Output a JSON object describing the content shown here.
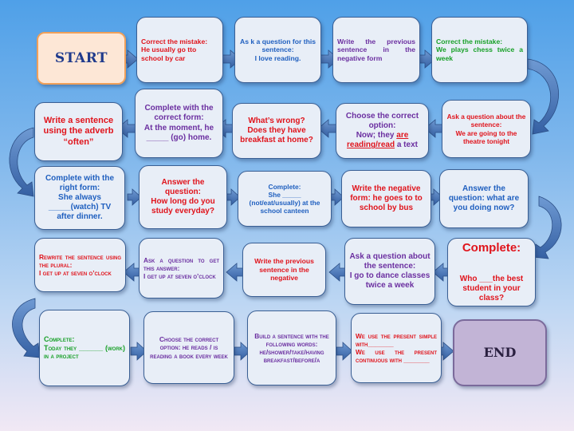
{
  "start_label": "START",
  "end_label": "END",
  "cards": [
    {
      "id": "c1",
      "text": "Correct the mistake:\nHe usually go tto school by car",
      "color": "red"
    },
    {
      "id": "c2",
      "text": "As k a question for this sentence:\nI love reading.",
      "color": "blue"
    },
    {
      "id": "c3",
      "text": "Write the previous sentence in the negative form",
      "color": "purple"
    },
    {
      "id": "c4",
      "text": "Correct the mistake:\nWe plays chess twice a week",
      "color": "green"
    },
    {
      "id": "c5",
      "text": "Ask a question about the sentence:\nWe are going to the theatre tonight",
      "color": "red"
    },
    {
      "id": "c6",
      "pre": "Choose the correct option:\nNow; they ",
      "under": "are reading/read",
      "post": " a text",
      "color": "purple"
    },
    {
      "id": "c7",
      "text": "What’s wrong?\nDoes they have breakfast at home?",
      "color": "red"
    },
    {
      "id": "c8",
      "text": "Complete with the correct form:\nAt the moment, he _____ (go) home.",
      "color": "purple"
    },
    {
      "id": "c9",
      "text": "Write a sentence using the adverb “often”",
      "color": "red"
    },
    {
      "id": "c10",
      "text": "Complete with the right form:\nShe always _____(watch) TV after dinner.",
      "color": "blue"
    },
    {
      "id": "c11",
      "text": "Answer the question:\nHow long do you study everyday?",
      "color": "red"
    },
    {
      "id": "c12",
      "text": "Complete:\nShe _____ (not/eat/usually) at the school canteen",
      "color": "blue"
    },
    {
      "id": "c13",
      "text": "Write the negative form: he goes to to school by bus",
      "color": "red"
    },
    {
      "id": "c14",
      "text": "Answer the question: what are you doing now?",
      "color": "blue"
    },
    {
      "id": "c15",
      "text": "Complete:",
      "text2": "Who ___the best student in your class?",
      "color": "red"
    },
    {
      "id": "c16",
      "text": "Ask a question about the sentence:\nI go to dance classes twice a week",
      "color": "purple"
    },
    {
      "id": "c17",
      "text": "Write the previous sentence in the negative",
      "color": "red"
    },
    {
      "id": "c18",
      "text": "Ask a question to get this answer:\nI get up at seven o’clock",
      "color": "purple"
    },
    {
      "id": "c19",
      "text": "Rewrite the sentence using the plural:\nI get up at seven o’clock",
      "color": "red"
    },
    {
      "id": "c20",
      "text": "Complete:\nToday they ______ (work) in a project",
      "color": "green"
    },
    {
      "id": "c21",
      "text": "Choose the correct option: he reads / is reading a book every week",
      "color": "purple"
    },
    {
      "id": "c22",
      "text": "Build a sentence with the following words: he/shower/take/having breakfast/before/a",
      "color": "purple"
    },
    {
      "id": "c23",
      "text": "We use the present simple with_______\nWe use the present continuous with _______",
      "color": "red"
    }
  ],
  "colors": {
    "card_fill": "#e8eef7",
    "card_border": "#3a5f94",
    "arrow": "#3d6fb3",
    "start_fill": "#fde7d6",
    "end_fill": "#c2b4d6"
  }
}
